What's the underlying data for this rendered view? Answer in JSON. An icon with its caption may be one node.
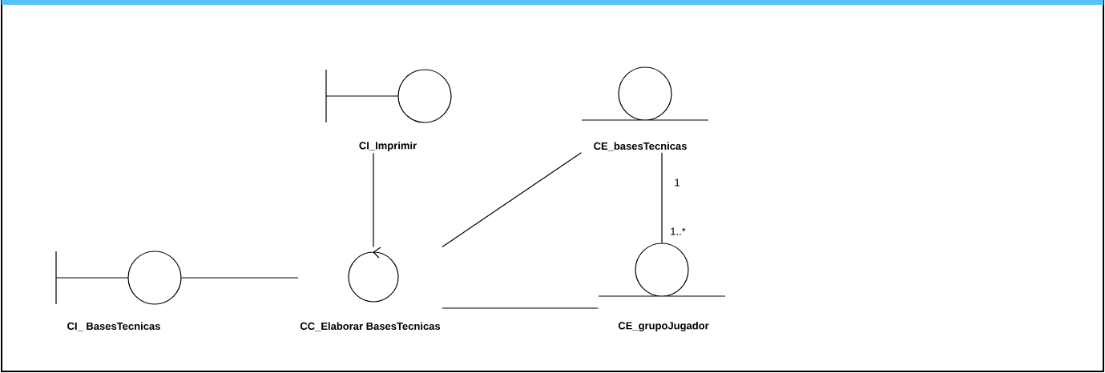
{
  "diagram": {
    "nodes": [
      {
        "text": [
          "CI_Imprimir"
        ]
      },
      {
        "text": [
          "CE_basesTecnicas"
        ]
      },
      {
        "text": [
          "CI_ BasesTecnicas"
        ]
      },
      {
        "text": [
          "CC_Elaborar BasesTecnicas"
        ]
      },
      {
        "text": [
          "CE_grupoJugador"
        ]
      }
    ],
    "edges": [
      {
        "from": 2,
        "to": 3,
        "arrow": "none"
      },
      {
        "from": 0,
        "to": 3,
        "arrow": "none"
      },
      {
        "from": 3,
        "to": 1,
        "arrow": "none"
      },
      {
        "from": 3,
        "to": 4,
        "arrow": "none"
      },
      {
        "from": 1,
        "to": 4,
        "arrow": "none"
      }
    ],
    "labels": [
      "1",
      "1..*"
    ]
  }
}
